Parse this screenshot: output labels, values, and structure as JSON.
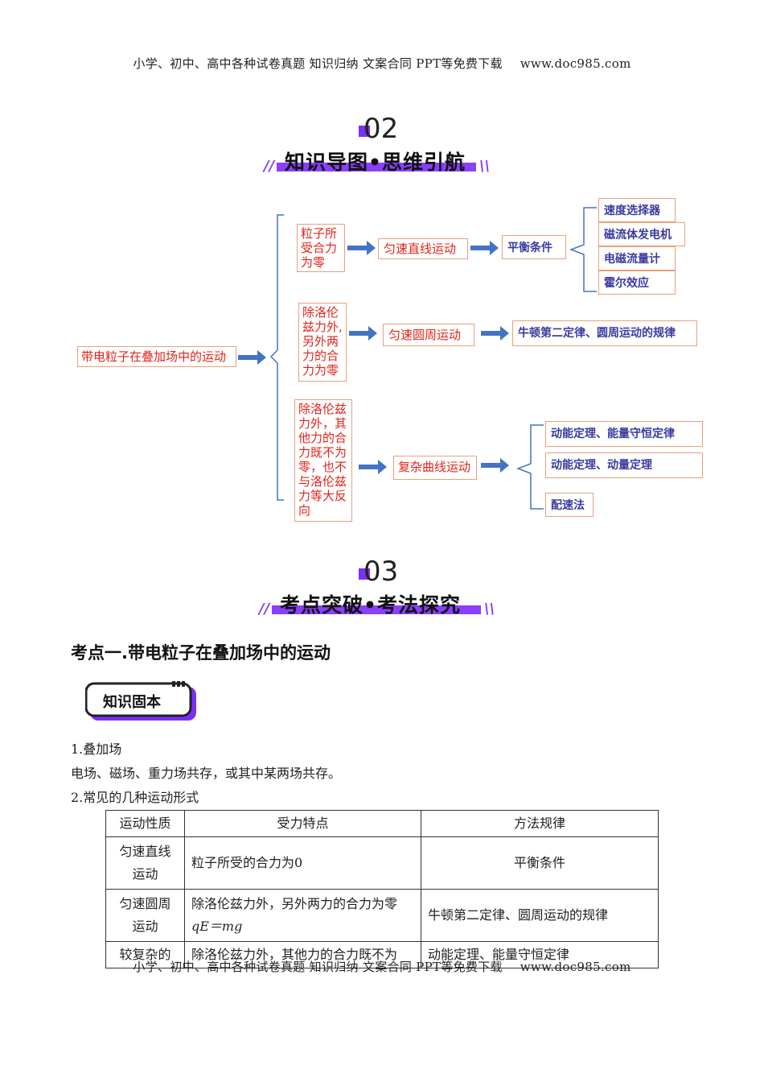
{
  "header": {
    "text": "小学、初中、高中各种试卷真题  知识归纳  文案合同  PPT等免费下载",
    "url": "www.doc985.com"
  },
  "footer": {
    "text": "小学、初中、高中各种试卷真题  知识归纳  文案合同  PPT等免费下载",
    "url": "www.doc985.com"
  },
  "section2": {
    "number": "02",
    "title": "知识导图•思维引航"
  },
  "section3": {
    "number": "03",
    "title": "考点突破•考法探究"
  },
  "mindmap": {
    "root": "带电粒子在叠加场中的运动",
    "branch1": {
      "condition": "粒子所受合力为零",
      "motion": "匀速直线运动",
      "rule": "平衡条件",
      "apps": [
        "速度选择器",
        "磁流体发电机",
        "电磁流量计",
        "霍尔效应"
      ]
    },
    "branch2": {
      "condition": "除洛伦兹力外,另外两力的合力为零",
      "motion": "匀速圆周运动",
      "rule": "牛顿第二定律、圆周运动的规律"
    },
    "branch3": {
      "condition": "除洛伦兹力外，其他力的合力既不为零，也不与洛伦兹力等大反向",
      "motion": "复杂曲线运动",
      "rules": [
        "动能定理、能量守恒定律",
        "动能定理、动量定理",
        "配速法"
      ]
    }
  },
  "kaodian": {
    "title": "考点一.带电粒子在叠加场中的运动",
    "badge": "知识固本"
  },
  "content": {
    "p1": "1.叠加场",
    "p2": "电场、磁场、重力场共存，或其中某两场共存。",
    "p3": "2.常见的几种运动形式"
  },
  "table": {
    "headers": [
      "运动性质",
      "受力特点",
      "方法规律"
    ],
    "rows": [
      {
        "c1": "匀速直线运动",
        "c2": "粒子所受的合力为0",
        "c2b": "",
        "c3": "平衡条件"
      },
      {
        "c1": "匀速圆周运动",
        "c2": "除洛伦兹力外，另外两力的合力为零",
        "c2b": "qE＝mg",
        "c3": "牛顿第二定律、圆周运动的规律"
      },
      {
        "c1": "较复杂的",
        "c2": "除洛伦兹力外，其他力的合力既不为",
        "c2b": "",
        "c3": "动能定理、能量守恒定律"
      }
    ]
  }
}
